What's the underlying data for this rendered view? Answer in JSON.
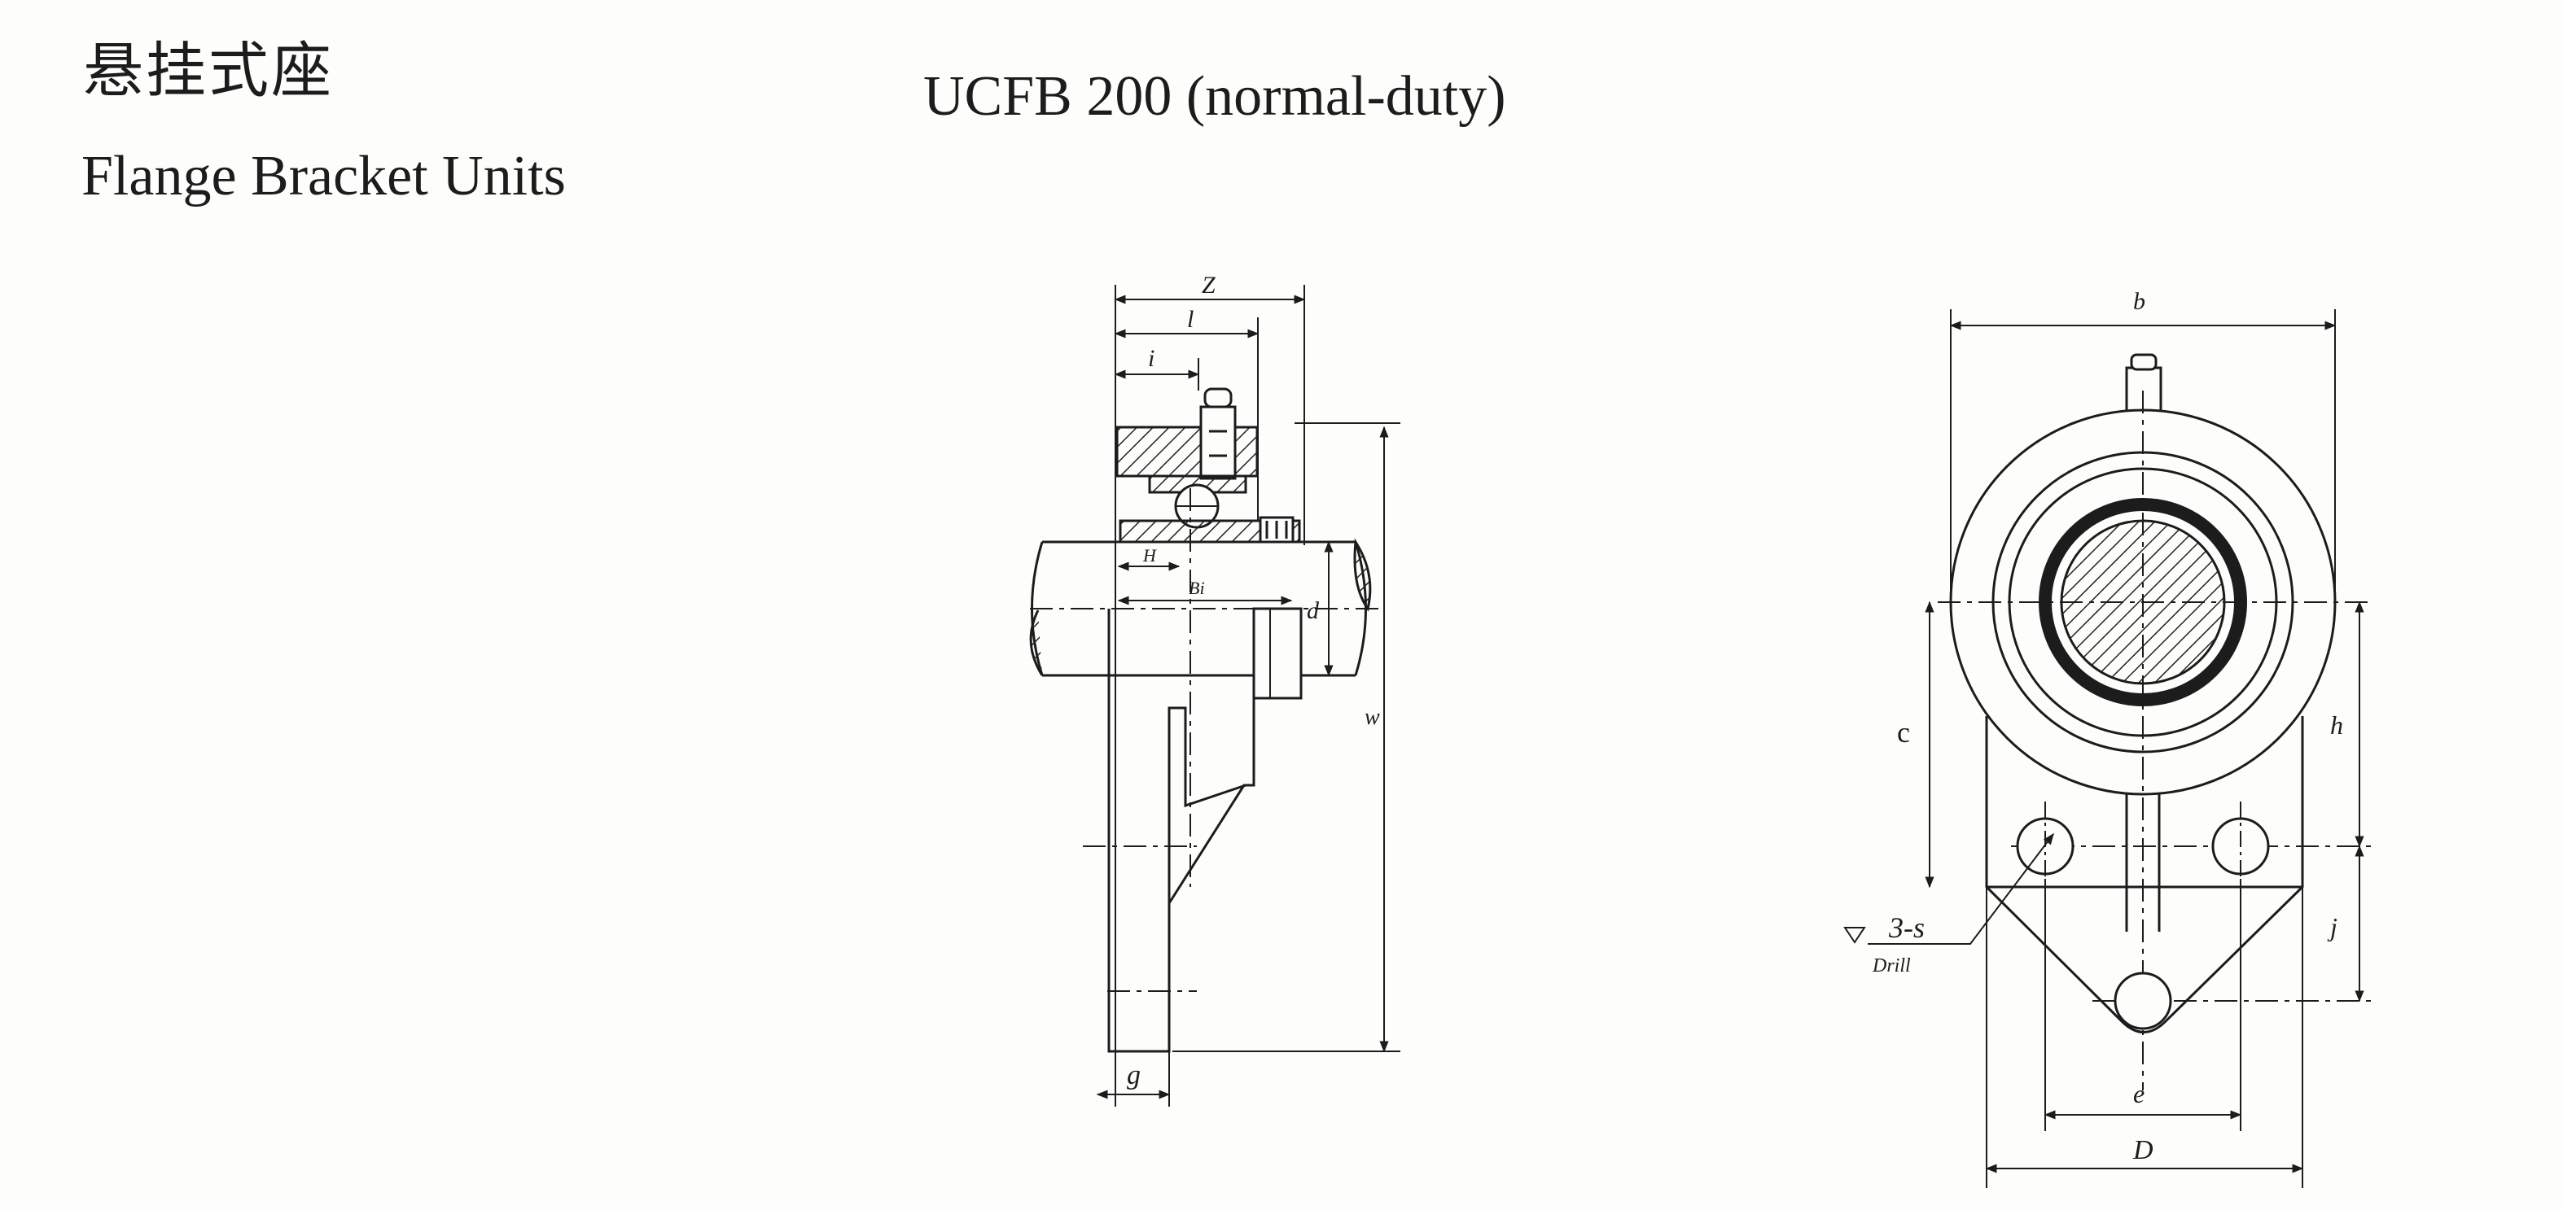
{
  "header": {
    "title_cn": "悬挂式座",
    "title_en": "Flange Bracket Units",
    "model": "UCFB 200 (normal-duty)"
  },
  "side_view": {
    "labels": {
      "Z": "Z",
      "l": "l",
      "i": "i",
      "H": "H",
      "Bi": "Bi",
      "d": "d",
      "w": "w",
      "g": "g"
    }
  },
  "front_view": {
    "labels": {
      "b": "b",
      "c": "c",
      "h": "h",
      "j": "j",
      "e": "e",
      "D": "D",
      "drill_size": "3-s",
      "drill_text": "Drill"
    }
  }
}
